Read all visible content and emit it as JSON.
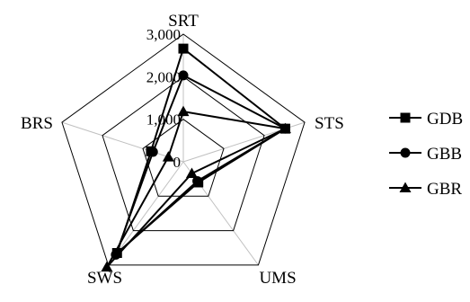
{
  "chart_data": {
    "type": "radar",
    "axes": [
      "SRT",
      "STS",
      "UMS",
      "SWS",
      "BRS"
    ],
    "range": [
      0,
      3000
    ],
    "ticks": [
      0,
      1000,
      2000,
      3000
    ],
    "tick_labels": [
      "0",
      "1,000",
      "2,000",
      "3,000"
    ],
    "grid": true,
    "legend_position": "right",
    "series": [
      {
        "name": "GDB",
        "marker": "square",
        "values": [
          2660,
          2520,
          600,
          2650,
          800
        ]
      },
      {
        "name": "GBB",
        "marker": "circle",
        "values": [
          2030,
          2520,
          560,
          2700,
          750
        ]
      },
      {
        "name": "GBR",
        "marker": "triangle",
        "values": [
          1180,
          2520,
          340,
          3060,
          370
        ]
      }
    ]
  },
  "colors": {
    "line": "#000000",
    "grid": "#c0c0c0",
    "frame": "#000000"
  }
}
